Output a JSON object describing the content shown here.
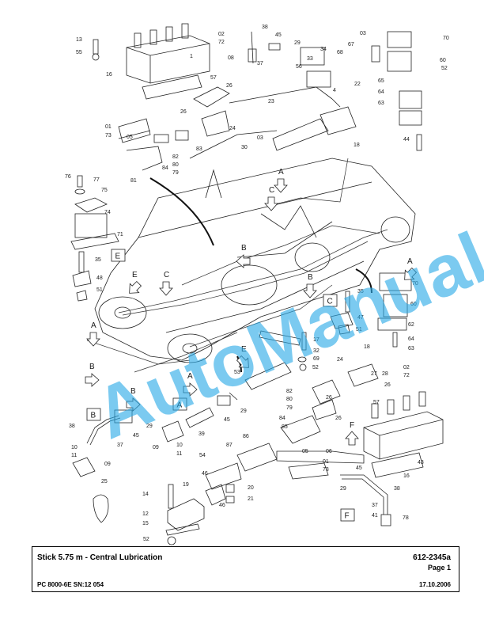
{
  "watermark": "AutoManual",
  "title_block": {
    "title": "Stick 5.75 m - Central Lubrication",
    "doc_number": "612-2345a",
    "page": "Page 1",
    "model": "PC 8000-6E SN:12 054",
    "date": "17.10.2006"
  },
  "detail_boxes": [
    "E",
    "C",
    "B",
    "A",
    "F"
  ],
  "view_markers": [
    "A",
    "B",
    "C",
    "E",
    "F"
  ],
  "part_numbers": [
    "13",
    "55",
    "16",
    "02",
    "72",
    "1",
    "08",
    "38",
    "45",
    "29",
    "37",
    "57",
    "26",
    "23",
    "03",
    "70",
    "34",
    "68",
    "67",
    "60",
    "33",
    "56",
    "52",
    "65",
    "22",
    "4",
    "63",
    "64",
    "44",
    "01",
    "73",
    "05",
    "83",
    "82",
    "80",
    "79",
    "81",
    "84",
    "76",
    "77",
    "75",
    "74",
    "71",
    "30",
    "24",
    "18",
    "35",
    "48",
    "51",
    "47",
    "62",
    "32",
    "69",
    "17",
    "53",
    "27",
    "28",
    "86",
    "87",
    "85",
    "54",
    "46",
    "19",
    "14",
    "12",
    "15",
    "20",
    "21",
    "78",
    "10",
    "11",
    "09",
    "25",
    "39",
    "43",
    "06"
  ]
}
